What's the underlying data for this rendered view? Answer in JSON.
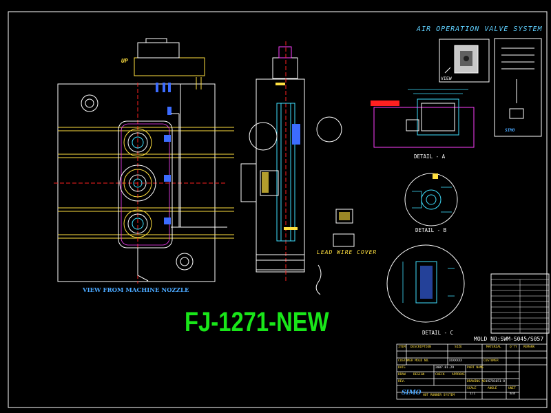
{
  "drawing": {
    "title": "FJ-1271-NEW",
    "system_title": "AIR OPERATION VALVE SYSTEM",
    "view_label": "VIEW FROM MACHINE NOZZLE",
    "up_label": "UP",
    "lead_wire_label": "LEAD WIRE COVER",
    "detail_a": "DETAIL - A",
    "detail_b": "DETAIL - B",
    "detail_c": "DETAIL - C",
    "mold_no": "MOLD NO:SWM-S045/S057",
    "view_small": "VIEW",
    "logo": "SIMO",
    "logo_small": "SIMO"
  },
  "title_block": {
    "headers": [
      "ITEM",
      "DESCRIPTION",
      "SIZE",
      "MATERIAL",
      "Q'TY",
      "REMARK"
    ],
    "customer_mold_no_label": "CUSTOMER MOLD NO.",
    "customer_mold_no": "XXXXXXX",
    "customer_label": "CUSTOMER",
    "date_label": "DATE",
    "date": "2007.01.29",
    "part_name_label": "PART NAME",
    "part_name": "HOT RUNNER SYSTEM",
    "drawing_no_label": "DRAWING NO.",
    "drawing_no": "HS781651-8",
    "draw_label": "DRAW",
    "design_label": "DESIGN",
    "check_label": "CHECK",
    "approve_label": "APPROVE",
    "scale_label": "SCALE",
    "angle_label": "ANGLE",
    "unit_label": "UNIT",
    "scale": "1/1",
    "unit": "m/m",
    "rev_label": "REV."
  },
  "colors": {
    "background": "#000000",
    "green": "#19e619",
    "yellow": "#ffe040",
    "cyan": "#40e0ff",
    "blue": "#3c6cff",
    "white": "#ffffff",
    "magenta": "#e040ff",
    "red": "#ff2020"
  }
}
